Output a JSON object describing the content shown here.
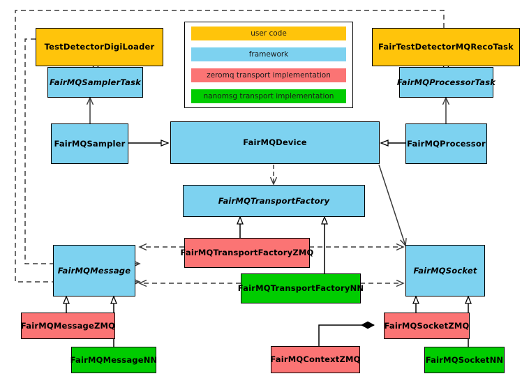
{
  "diagram": {
    "title": "FairMQ class diagram",
    "type": "uml-class-diagram",
    "palette": {
      "user_code": "#ffc40b",
      "framework": "#7dd2f0",
      "zeromq": "#fb7474",
      "nanomsg": "#00cc00",
      "stroke": "#000000",
      "background": "#ffffff"
    }
  },
  "legend": {
    "items": [
      {
        "label": "user code",
        "color": "#ffc40b",
        "category": "user"
      },
      {
        "label": "framework",
        "color": "#7dd2f0",
        "category": "framework"
      },
      {
        "label": "zeromq transport implementation",
        "color": "#fb7474",
        "category": "zmq"
      },
      {
        "label": "nanomsg transport implementation",
        "color": "#00cc00",
        "category": "nn"
      }
    ]
  },
  "classes": [
    {
      "name": "TestDetectorDigiLoader",
      "category": "user",
      "abstract": false
    },
    {
      "name": "FairTestDetectorMQRecoTask",
      "category": "user",
      "abstract": false
    },
    {
      "name": "FairMQSamplerTask",
      "category": "framework",
      "abstract": true
    },
    {
      "name": "FairMQProcessorTask",
      "category": "framework",
      "abstract": true
    },
    {
      "name": "FairMQSampler",
      "category": "framework",
      "abstract": false
    },
    {
      "name": "FairMQDevice",
      "category": "framework",
      "abstract": false
    },
    {
      "name": "FairMQProcessor",
      "category": "framework",
      "abstract": false
    },
    {
      "name": "FairMQTransportFactory",
      "category": "framework",
      "abstract": true
    },
    {
      "name": "FairMQTransportFactoryZMQ",
      "category": "zmq",
      "abstract": false
    },
    {
      "name": "FairMQTransportFactoryNN",
      "category": "nn",
      "abstract": false
    },
    {
      "name": "FairMQMessage",
      "category": "framework",
      "abstract": true
    },
    {
      "name": "FairMQSocket",
      "category": "framework",
      "abstract": true
    },
    {
      "name": "FairMQMessageZMQ",
      "category": "zmq",
      "abstract": false
    },
    {
      "name": "FairMQMessageNN",
      "category": "nn",
      "abstract": false
    },
    {
      "name": "FairMQSocketZMQ",
      "category": "zmq",
      "abstract": false
    },
    {
      "name": "FairMQSocketNN",
      "category": "nn",
      "abstract": false
    },
    {
      "name": "FairMQContextZMQ",
      "category": "zmq",
      "abstract": false
    }
  ],
  "relations": [
    {
      "from": "TestDetectorDigiLoader",
      "to": "FairMQSamplerTask",
      "kind": "generalization"
    },
    {
      "from": "FairTestDetectorMQRecoTask",
      "to": "FairMQProcessorTask",
      "kind": "generalization"
    },
    {
      "from": "FairMQSampler",
      "to": "FairMQSamplerTask",
      "kind": "association"
    },
    {
      "from": "FairMQProcessor",
      "to": "FairMQProcessorTask",
      "kind": "association"
    },
    {
      "from": "FairMQSampler",
      "to": "FairMQDevice",
      "kind": "generalization"
    },
    {
      "from": "FairMQProcessor",
      "to": "FairMQDevice",
      "kind": "generalization"
    },
    {
      "from": "FairMQDevice",
      "to": "FairMQTransportFactory",
      "kind": "dependency"
    },
    {
      "from": "FairMQDevice",
      "to": "FairMQSocket",
      "kind": "association"
    },
    {
      "from": "FairMQTransportFactoryZMQ",
      "to": "FairMQTransportFactory",
      "kind": "generalization"
    },
    {
      "from": "FairMQTransportFactoryNN",
      "to": "FairMQTransportFactory",
      "kind": "generalization"
    },
    {
      "from": "FairMQTransportFactoryZMQ",
      "to": "FairMQMessage",
      "kind": "dependency"
    },
    {
      "from": "FairMQTransportFactoryZMQ",
      "to": "FairMQSocket",
      "kind": "dependency"
    },
    {
      "from": "FairMQTransportFactoryNN",
      "to": "FairMQMessage",
      "kind": "dependency"
    },
    {
      "from": "FairMQTransportFactoryNN",
      "to": "FairMQSocket",
      "kind": "dependency"
    },
    {
      "from": "TestDetectorDigiLoader",
      "to": "FairMQMessage",
      "kind": "dependency"
    },
    {
      "from": "FairTestDetectorMQRecoTask",
      "to": "FairMQMessage",
      "kind": "dependency"
    },
    {
      "from": "FairMQMessageZMQ",
      "to": "FairMQMessage",
      "kind": "generalization"
    },
    {
      "from": "FairMQMessageNN",
      "to": "FairMQMessage",
      "kind": "generalization"
    },
    {
      "from": "FairMQSocketZMQ",
      "to": "FairMQSocket",
      "kind": "generalization"
    },
    {
      "from": "FairMQSocketNN",
      "to": "FairMQSocket",
      "kind": "generalization"
    },
    {
      "from": "FairMQContextZMQ",
      "to": "FairMQSocketZMQ",
      "kind": "composition"
    }
  ]
}
